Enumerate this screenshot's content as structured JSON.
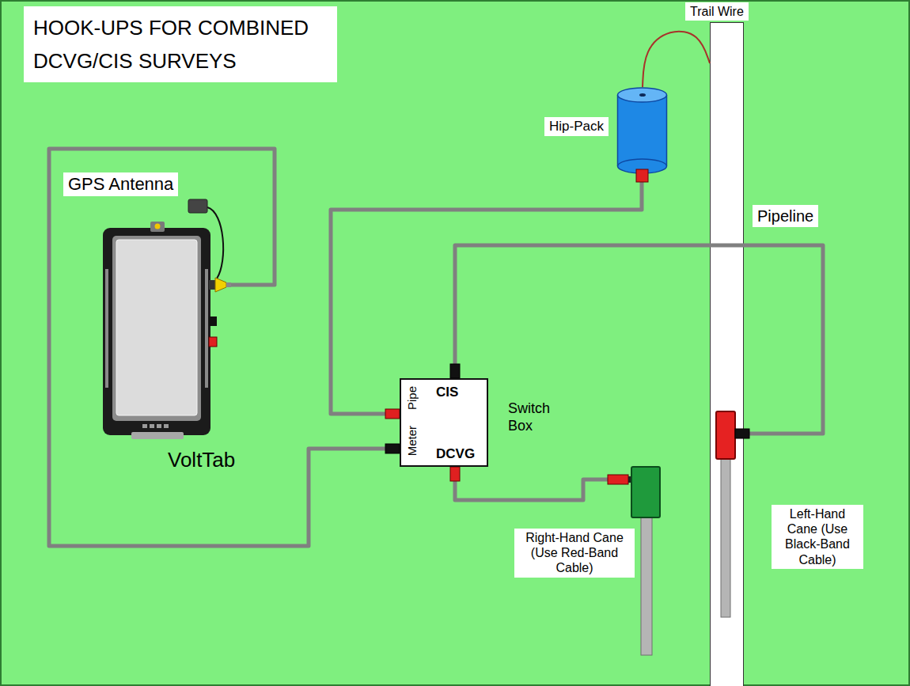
{
  "diagram": {
    "title": "HOOK-UPS FOR COMBINED DCVG/CIS SURVEYS",
    "nodes": [
      {
        "text": [
          "Hip-Pack"
        ]
      },
      {
        "text": [
          "Pipeline"
        ]
      },
      {
        "text": [
          "VoltTab"
        ]
      },
      {
        "text": [
          "Switch Box",
          "Pipe",
          "CIS",
          "Meter",
          "DCVG"
        ]
      },
      {
        "text": [
          "Right-Hand Cane (Use Red-Band Cable)"
        ]
      },
      {
        "text": [
          "Left-Hand Cane (Use Black-Band Cable)"
        ]
      }
    ],
    "edges": [
      {
        "from": 2,
        "to": 3,
        "arrow": "none"
      },
      {
        "from": 0,
        "to": 3,
        "arrow": "none"
      },
      {
        "from": 3,
        "to": 4,
        "arrow": "none"
      },
      {
        "from": 3,
        "to": 5,
        "arrow": "none"
      },
      {
        "from": 0,
        "to": 1,
        "label": "Trail Wire",
        "arrow": "none"
      }
    ],
    "labels": [
      "GPS Antenna"
    ]
  }
}
